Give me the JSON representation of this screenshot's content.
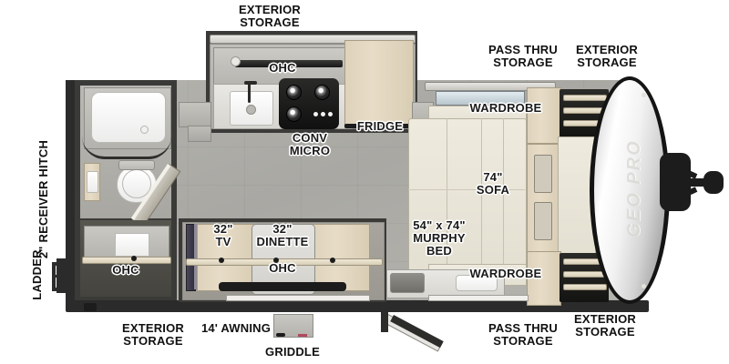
{
  "diagram": {
    "type": "rv-floorplan",
    "brand": "GEO PRO",
    "orientation": "front-right (hitch right), rear-left (ladder left)"
  },
  "colors": {
    "background": "#ffffff",
    "label_text": "#111111",
    "chassis": "#2b2b2b",
    "floor": "#aeada8",
    "cabinet_wood": "#ded2bb",
    "upholstery_cream": "#eeeade",
    "front_cap": "#ffffff",
    "appliance_black": "#1c1c1c"
  },
  "exterior_labels": {
    "top_left_storage": "EXTERIOR\nSTORAGE",
    "top_pass_thru": "PASS THRU\nSTORAGE",
    "top_right_storage": "EXTERIOR\nSTORAGE",
    "bottom_left_storage": "EXTERIOR\nSTORAGE",
    "awning": "14' AWNING",
    "griddle": "GRIDDLE",
    "bottom_pass_thru": "PASS THRU\nSTORAGE",
    "bottom_right_storage": "EXTERIOR\nSTORAGE",
    "ladder": "LADDER",
    "receiver_hitch": "2\" RECEIVER HITCH"
  },
  "interior_labels": {
    "overhead_cabinet_kitchen": "OHC",
    "conv_micro": "CONV\nMICRO",
    "fridge": "FRIDGE",
    "wardrobe_top": "WARDROBE",
    "wardrobe_bottom": "WARDROBE",
    "sofa": "74\"\nSOFA",
    "murphy_bed": "54\" x 74\"\nMURPHY\nBED",
    "tv": "32\"\nTV",
    "dinette": "32\"\nDINETTE",
    "overhead_cabinet_dinette": "OHC",
    "overhead_cabinet_rear": "OHC"
  },
  "measurements": {
    "sofa_length": "74\"",
    "murphy_bed": "54\" x 74\"",
    "tv_size": "32\"",
    "dinette_size": "32\"",
    "awning_length": "14'",
    "hitch_size": "2\""
  }
}
